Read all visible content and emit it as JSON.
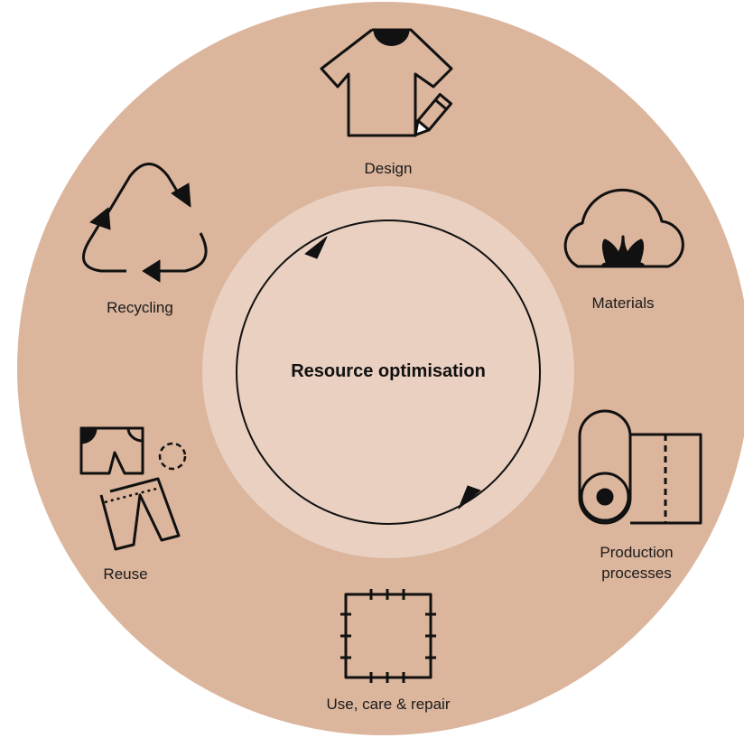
{
  "colors": {
    "outer_disc": "#dbb59c",
    "inner_disc": "#e9d0c0",
    "stroke": "#111111"
  },
  "center": {
    "title": "Resource optimisation"
  },
  "stages": [
    {
      "label": "Design",
      "icon": "tshirt-pencil-icon"
    },
    {
      "label": "Materials",
      "icon": "cotton-boll-icon"
    },
    {
      "label": "Production processes",
      "line1": "Production",
      "line2": "processes",
      "icon": "fabric-roll-icon"
    },
    {
      "label": "Use, care & repair",
      "icon": "stitched-square-icon"
    },
    {
      "label": "Reuse",
      "icon": "shorts-trousers-icon"
    },
    {
      "label": "Recycling",
      "icon": "recycle-triangle-icon"
    }
  ]
}
